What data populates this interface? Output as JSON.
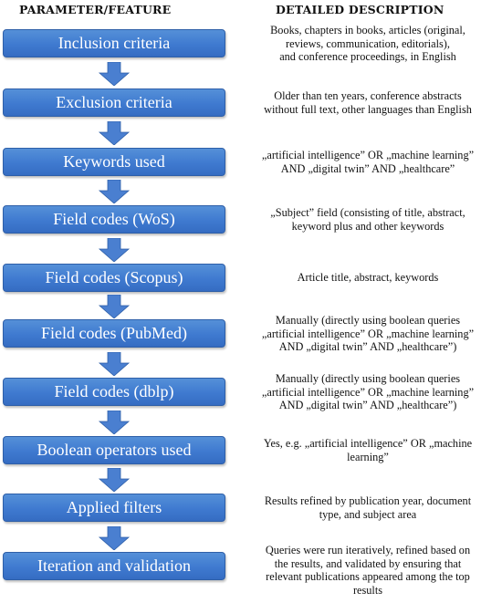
{
  "headers": {
    "parameter": "PARAMETER/FEATURE",
    "description": "DETAILED DESCRIPTION"
  },
  "colors": {
    "box_fill": "#3f7ad0",
    "box_border": "#2e5fa8",
    "arrow_fill": "#4a7fd0"
  },
  "rows": [
    {
      "parameter": "Inclusion criteria",
      "description": "Books, chapters in books, articles (original,\nreviews, communication, editorials),\nand conference proceedings, in English"
    },
    {
      "parameter": "Exclusion criteria",
      "description": "Older than ten years, conference abstracts\nwithout full text, other languages than English"
    },
    {
      "parameter": "Keywords used",
      "description": "„artificial intelligence” OR „machine learning”\nAND „digital twin” AND „healthcare”"
    },
    {
      "parameter": "Field codes (WoS)",
      "description": "„Subject” field (consisting of title, abstract,\nkeyword plus and other keywords"
    },
    {
      "parameter": "Field codes (Scopus)",
      "description": "Article title, abstract, keywords"
    },
    {
      "parameter": "Field codes (PubMed)",
      "description": "Manually (directly using boolean queries\n„artificial intelligence” OR „machine learning”\nAND „digital twin” AND „healthcare”)"
    },
    {
      "parameter": "Field codes (dblp)",
      "description": "Manually (directly using boolean queries\n„artificial intelligence” OR „machine learning”\nAND „digital twin” AND „healthcare”)"
    },
    {
      "parameter": "Boolean operators used",
      "description": "Yes, e.g. „artificial intelligence” OR „machine\nlearning”"
    },
    {
      "parameter": "Applied filters",
      "description": "Results refined by publication year, document\ntype, and subject area"
    },
    {
      "parameter": "Iteration and validation",
      "description": "Queries were run iteratively, refined based on\nthe results, and validated by ensuring that\nrelevant publications appeared among the top\nresults"
    }
  ]
}
